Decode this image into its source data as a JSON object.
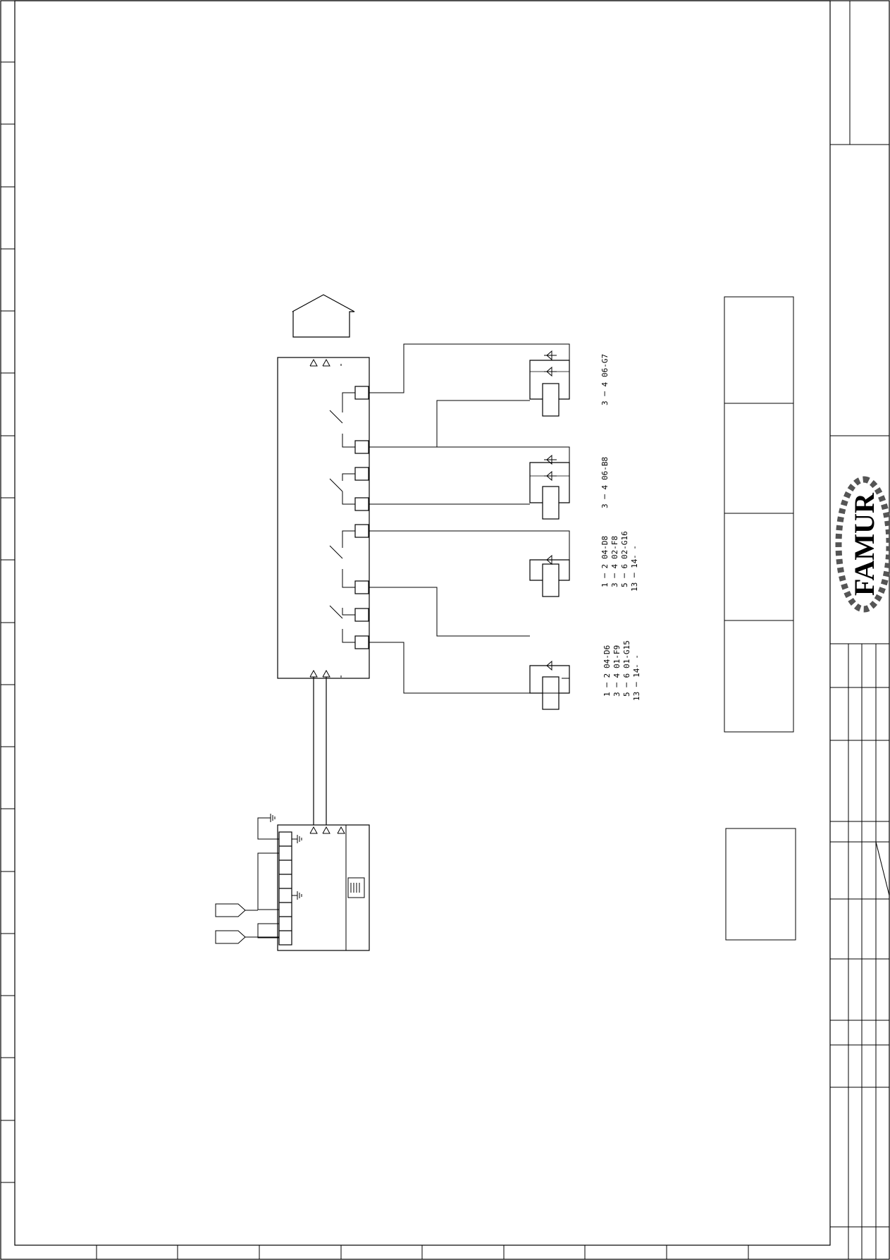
{
  "logo": {
    "text": "FAMUR",
    "colors": {
      "ring": "#555555",
      "text": "#111111"
    }
  },
  "relays": [
    {
      "name": "relay-1",
      "contacts": [
        {
          "pair": "1 ─ 2",
          "ref": "04-D6"
        },
        {
          "pair": "3 ─ 4",
          "ref": "01-F9"
        },
        {
          "pair": "5 ─ 6",
          "ref": "01-G15"
        },
        {
          "pair": "13 ─ 14",
          "ref": "- -"
        }
      ]
    },
    {
      "name": "relay-2",
      "contacts": [
        {
          "pair": "1 ─ 2",
          "ref": "04-D8"
        },
        {
          "pair": "3 ─ 4",
          "ref": "02-F8"
        },
        {
          "pair": "5 ─ 6",
          "ref": "02-G16"
        },
        {
          "pair": "13 ─ 14",
          "ref": "- -"
        }
      ]
    },
    {
      "name": "relay-3",
      "contacts": [
        {
          "pair": "3 ─ 4",
          "ref": "06-B8"
        }
      ]
    },
    {
      "name": "relay-4",
      "contacts": [
        {
          "pair": "3 ─ 4",
          "ref": "06-G7"
        }
      ]
    }
  ],
  "colors": {
    "line": "#000000",
    "background": "#ffffff"
  },
  "icons": {
    "up-arrow": "page-reference-arrow",
    "ethernet": "rj45-port-icon",
    "ground": "ground-icon",
    "diode": "diode-icon",
    "coil": "relay-coil-icon"
  }
}
